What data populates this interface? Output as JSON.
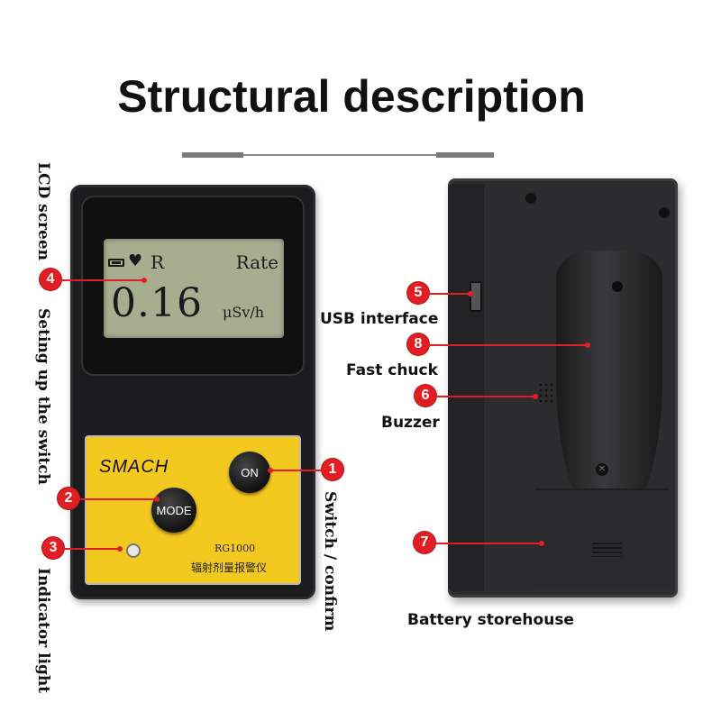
{
  "title": "Structural description",
  "labels": {
    "lcd_screen": "LCD screen",
    "setting_switch": "Seting up the switch",
    "indicator_light": "Indicator light",
    "switch_confirm": "Switch / confirm",
    "usb": "USB interface",
    "fast_chuck": "Fast chuck",
    "buzzer": "Buzzer",
    "battery": "Battery storehouse"
  },
  "badges": {
    "b1": "1",
    "b2": "2",
    "b3": "3",
    "b4": "4",
    "b5": "5",
    "b6": "6",
    "b7": "7",
    "b8": "8"
  },
  "device": {
    "brand": "SMACH",
    "model": "RG1000",
    "model_cn": "辐射剂量报警仪",
    "on_label": "ON",
    "mode_label": "MODE",
    "lcd": {
      "mode_letter": "R",
      "rate_label": "Rate",
      "value": "0.16",
      "unit": "μSv/h"
    }
  },
  "colors": {
    "accent_red": "#e21e25",
    "panel_yellow": "#f3c81f",
    "lcd_green": "#a7ad8f",
    "device_black": "#1c1c1e"
  }
}
